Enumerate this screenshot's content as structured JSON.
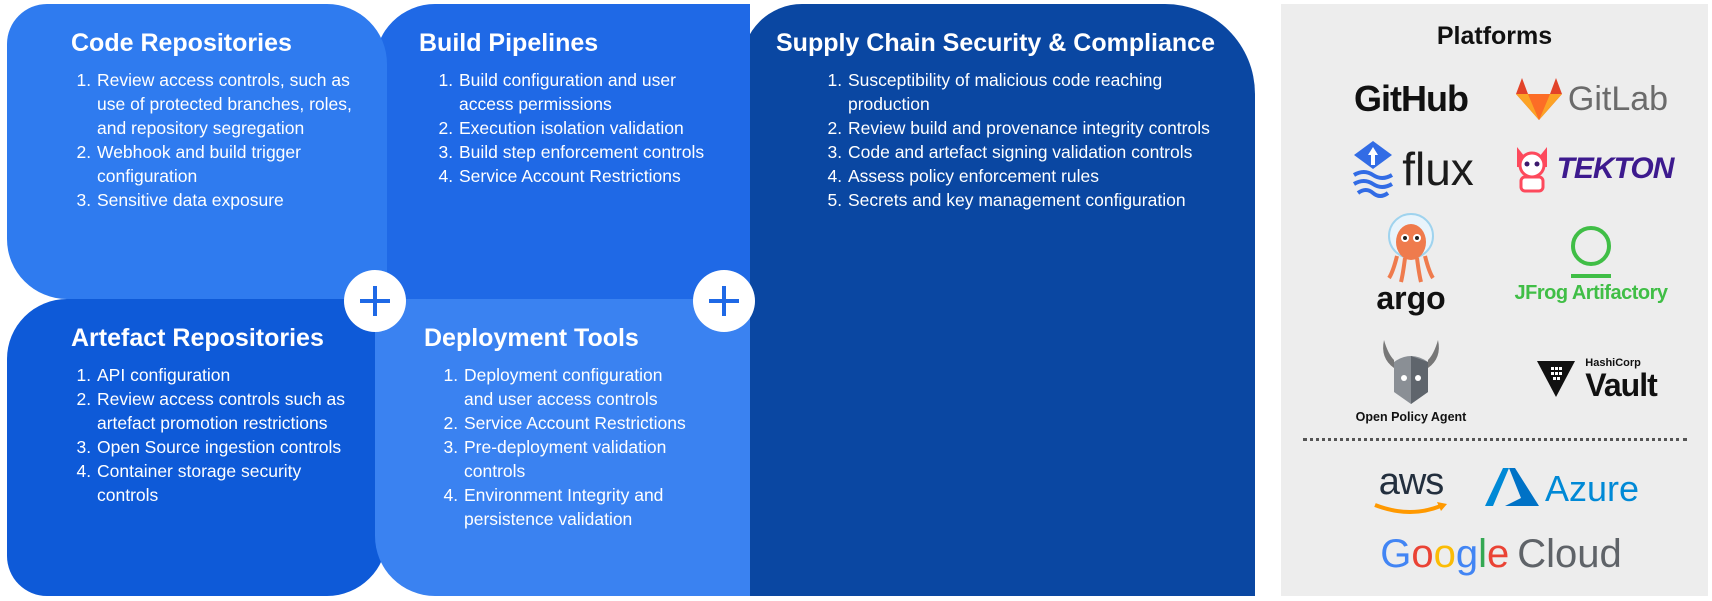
{
  "panels": {
    "code_repositories": {
      "title": "Code Repositories",
      "items": [
        "Review access controls, such as use of protected branches, roles, and repository segregation",
        "Webhook and build trigger configuration",
        "Sensitive data exposure"
      ]
    },
    "build_pipelines": {
      "title": "Build Pipelines",
      "items": [
        "Build configuration and user access permissions",
        "Execution isolation validation",
        "Build step enforcement controls",
        "Service Account Restrictions"
      ]
    },
    "artefact_repositories": {
      "title": "Artefact Repositories",
      "items": [
        "API configuration",
        "Review access controls such as artefact promotion restrictions",
        "Open Source ingestion controls",
        "Container storage security controls"
      ]
    },
    "deployment_tools": {
      "title": "Deployment Tools",
      "items": [
        "Deployment configuration and user access controls",
        "Service Account Restrictions",
        "Pre-deployment validation controls",
        "Environment Integrity and persistence validation"
      ]
    },
    "supply_chain": {
      "title": "Supply Chain Security & Compliance",
      "items": [
        "Susceptibility of malicious code reaching production",
        "Review build and provenance integrity controls",
        "Code and artefact signing validation controls",
        "Assess policy enforcement rules",
        "Secrets and key management configuration"
      ]
    }
  },
  "platforms": {
    "title": "Platforms",
    "logos": {
      "github": "GitHub",
      "gitlab": "GitLab",
      "flux": "flux",
      "tekton": "TEKTON",
      "argo": "argo",
      "jfrog": "JFrog Artifactory",
      "opa": "Open Policy Agent",
      "hashicorp": "HashiCorp",
      "vault": "Vault",
      "aws": "aws",
      "azure": "Azure",
      "google_cloud": "Cloud"
    }
  },
  "colors": {
    "code_panel": "#2f7bef",
    "build_panel": "#1f69e6",
    "artefact_panel": "#0e5ad8",
    "deployment_panel": "#3a82f1",
    "supply_chain_panel": "#0a47a2",
    "plus_icon": "#1f69e6"
  }
}
